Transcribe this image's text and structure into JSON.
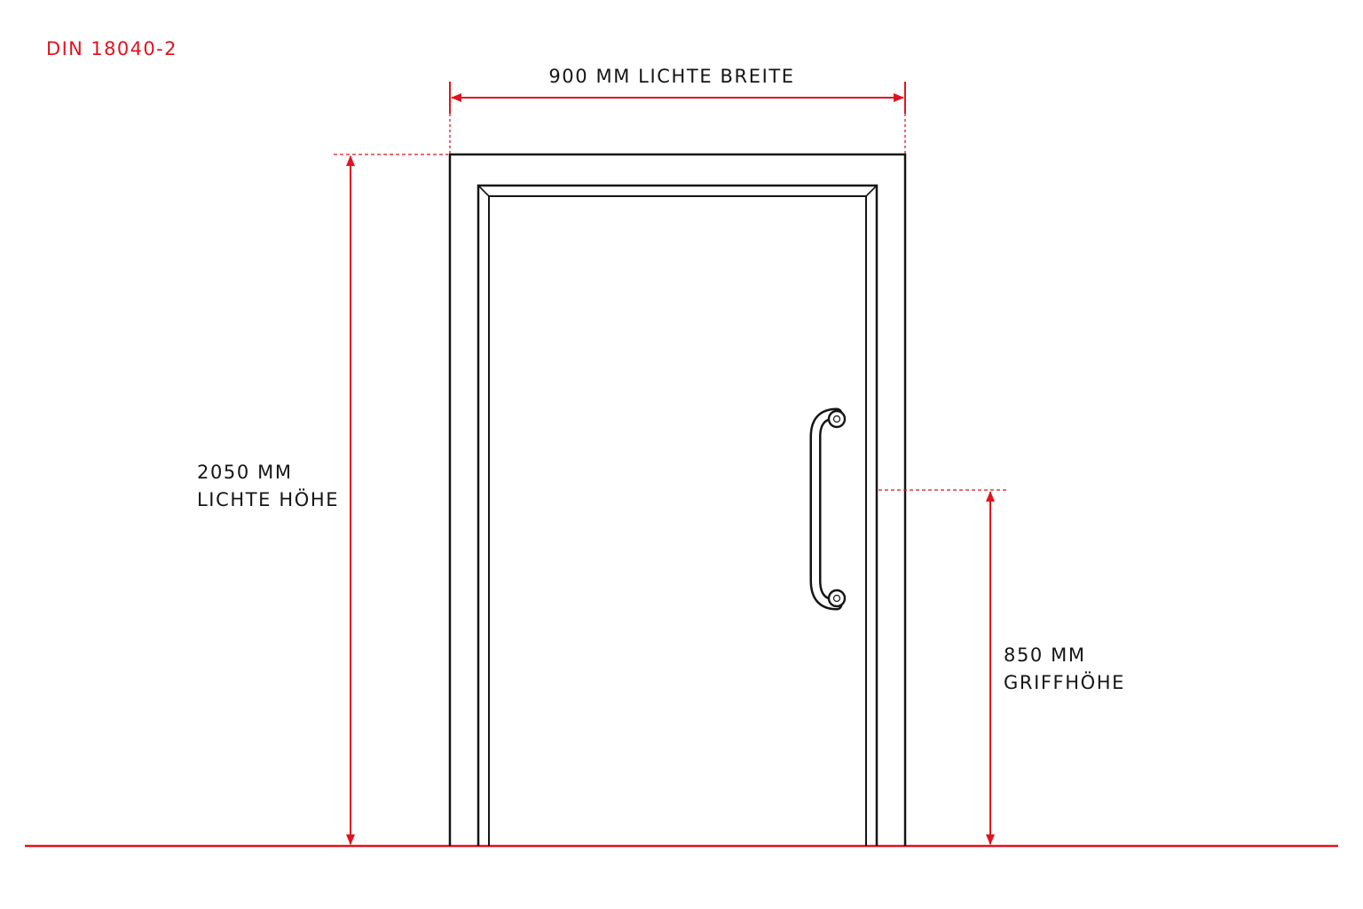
{
  "standard_label": "DIN 18040-2",
  "width_dimension": {
    "label": "900 MM LICHTE BREITE",
    "value_mm": 900
  },
  "height_dimension": {
    "value_line": "2050 MM",
    "caption_line": "LICHTE HÖHE",
    "value_mm": 2050
  },
  "handle_dimension": {
    "value_line": "850 MM",
    "caption_line": "GRIFFHÖHE",
    "value_mm": 850
  },
  "colors": {
    "dimension": "#e0141e",
    "outline": "#151515",
    "background": "#ffffff"
  }
}
